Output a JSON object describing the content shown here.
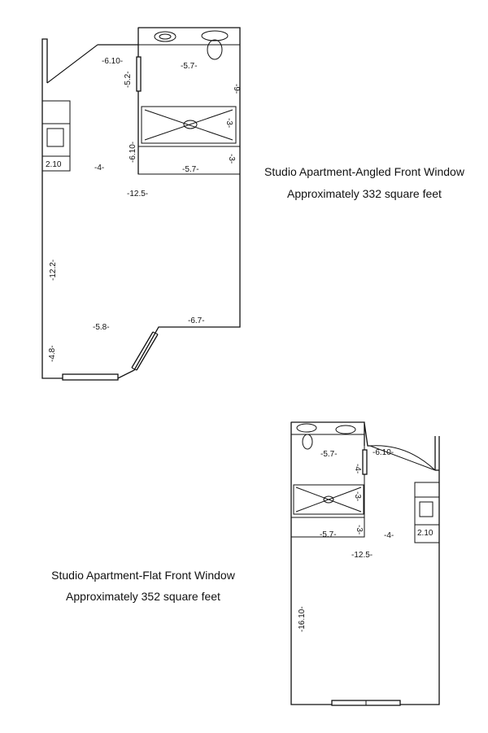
{
  "plans": [
    {
      "caption_line1": "Studio Apartment-Angled Front Window",
      "caption_line2": "Approximately 332 square feet",
      "dimensions": {
        "door": "-6.10-",
        "bath_top": "-5.7-",
        "closet_side": "-5.2-",
        "bath_side": "-9-",
        "tub_side": "-3-",
        "bath_depth": "-6.10-",
        "closet_front": "-3-",
        "bath_bottom": "-5.7-",
        "kitchen": "2.10",
        "kitchen_gap": "-4-",
        "room_width": "-12.5-",
        "left_wall": "-12.2-",
        "front_left": "-5.8-",
        "front_right": "-6.7-",
        "corner": "-4.8-"
      }
    },
    {
      "caption_line1": "Studio Apartment-Flat Front Window",
      "caption_line2": "Approximately 352 square feet",
      "dimensions": {
        "bath_top": "-5.7-",
        "door": "-6.10-",
        "closet_side": "-4-",
        "tub_side": "-3-",
        "bath_bottom": "-5.7-",
        "closet_front": "-3-",
        "kitchen_gap": "-4-",
        "kitchen": "2.10",
        "room_width": "-12.5-",
        "room_depth": "-16.10-"
      }
    }
  ]
}
